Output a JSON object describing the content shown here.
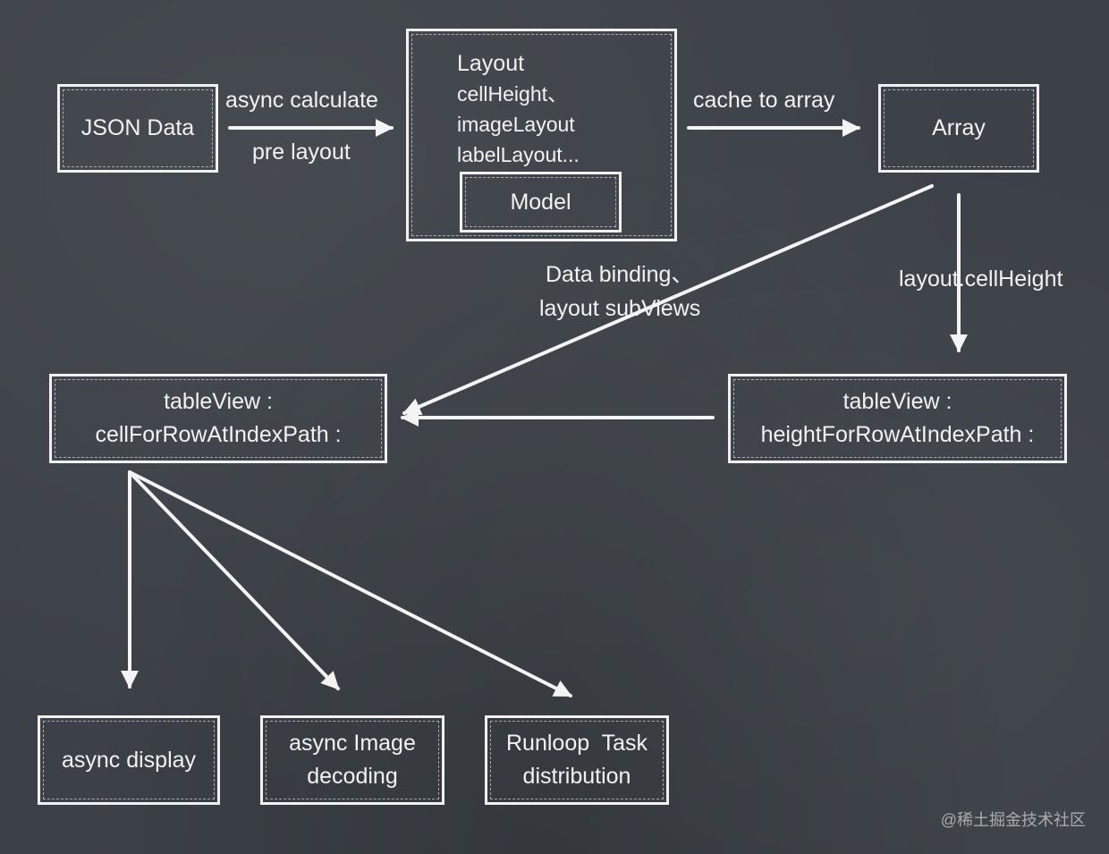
{
  "boxes": {
    "json_data": "JSON Data",
    "layout_title": "Layout",
    "layout_lines": [
      "cellHeight、",
      "imageLayout",
      "labelLayout..."
    ],
    "model": "Model",
    "array": "Array",
    "cell_for_row": [
      "tableView :",
      "cellForRowAtIndexPath :"
    ],
    "height_for_row": [
      "tableView :",
      "heightForRowAtIndexPath :"
    ],
    "async_display": "async display",
    "async_image": [
      "async Image",
      "decoding"
    ],
    "runloop": [
      "Runloop  Task",
      "distribution"
    ]
  },
  "edge_labels": {
    "async_calculate": "async calculate",
    "pre_layout": "pre layout",
    "cache_to_array": "cache to array",
    "data_binding": "Data binding、",
    "layout_subviews": "layout subViews",
    "layout_cell_height": "layout.cellHeight"
  },
  "watermark": "@稀土掘金技术社区",
  "colors": {
    "background": "#3c4147",
    "chalk": "#f2f2f2"
  }
}
